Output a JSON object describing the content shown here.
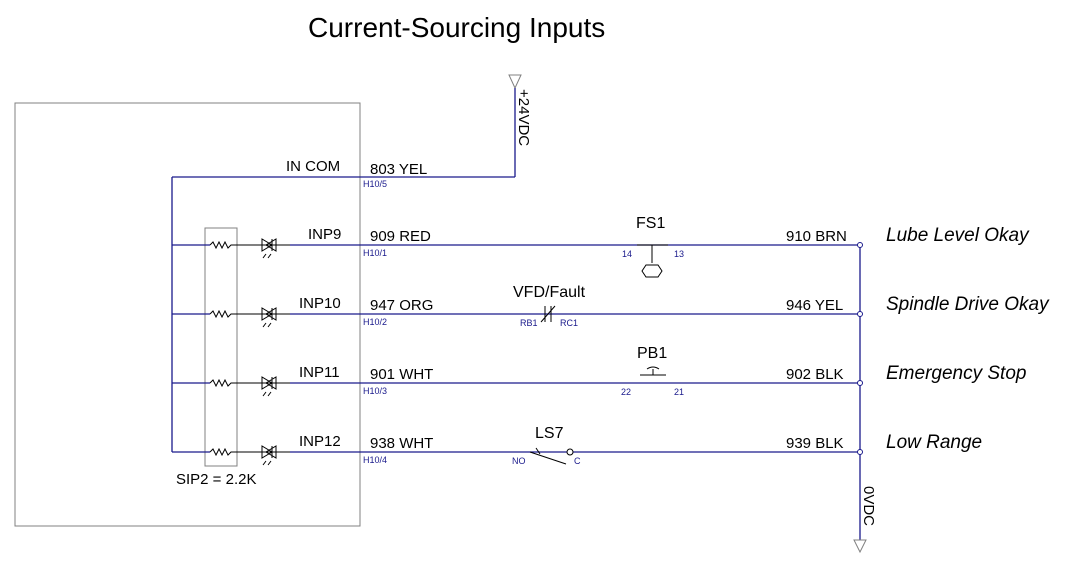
{
  "title": "Current-Sourcing Inputs",
  "supply": {
    "top": "+24VDC",
    "bottom": "0VDC"
  },
  "common": {
    "label": "IN COM",
    "wire": "803 YEL",
    "terminal": "H10/5"
  },
  "sip": "SIP2 = 2.2K",
  "rows": [
    {
      "input": "INP9",
      "wire_in": "909 RED",
      "terminal": "H10/1",
      "device": "FS1",
      "pin_left": "14",
      "pin_right": "13",
      "wire_out": "910 BRN",
      "description": "Lube Level Okay"
    },
    {
      "input": "INP10",
      "wire_in": "947 ORG",
      "terminal": "H10/2",
      "device": "VFD/Fault",
      "pin_left": "RB1",
      "pin_right": "RC1",
      "wire_out": "946 YEL",
      "description": "Spindle Drive Okay"
    },
    {
      "input": "INP11",
      "wire_in": "901 WHT",
      "terminal": "H10/3",
      "device": "PB1",
      "pin_left": "22",
      "pin_right": "21",
      "wire_out": "902 BLK",
      "description": "Emergency Stop"
    },
    {
      "input": "INP12",
      "wire_in": "938 WHT",
      "terminal": "H10/4",
      "device": "LS7",
      "pin_left": "NO",
      "pin_right": "C",
      "wire_out": "939 BLK",
      "description": "Low Range"
    }
  ]
}
